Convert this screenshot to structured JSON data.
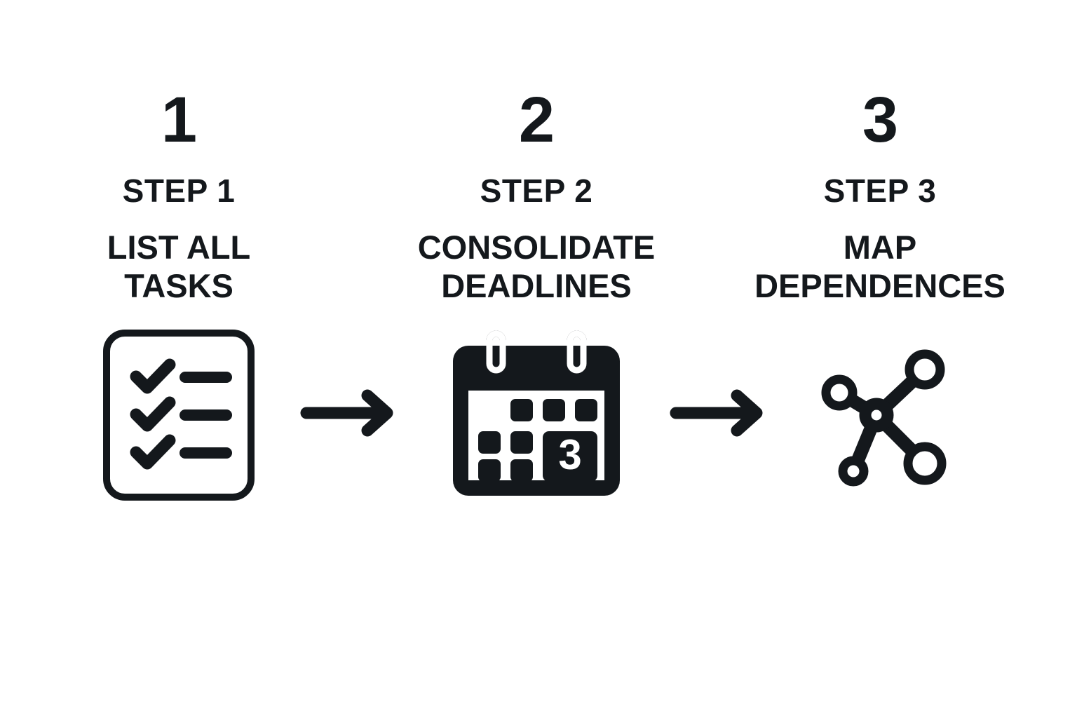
{
  "page": {
    "title": "Three Step Process",
    "background_color": "#ffffff",
    "ink_color": "#14181c"
  },
  "steps": [
    {
      "number": "1",
      "label": "STEP 1",
      "description": "LIST ALL\nTASKS",
      "icon": "checklist-icon",
      "icon_detail": {
        "check_count": 3,
        "line_count": 3
      }
    },
    {
      "number": "2",
      "label": "STEP 2",
      "description": "CONSOLIDATE\nDEADLINES",
      "icon": "calendar-icon",
      "icon_detail": {
        "ring_count": 2,
        "day_number": "3",
        "small_square_count": 7
      }
    },
    {
      "number": "3",
      "label": "STEP 3",
      "description": "MAP\nDEPENDENCES",
      "icon": "network-nodes-icon",
      "icon_detail": {
        "hub_count": 1,
        "node_count": 4,
        "edge_count": 4
      }
    }
  ],
  "connectors": [
    {
      "name": "arrow-step1-to-step2",
      "direction": "right"
    },
    {
      "name": "arrow-step2-to-step3",
      "direction": "right"
    }
  ]
}
